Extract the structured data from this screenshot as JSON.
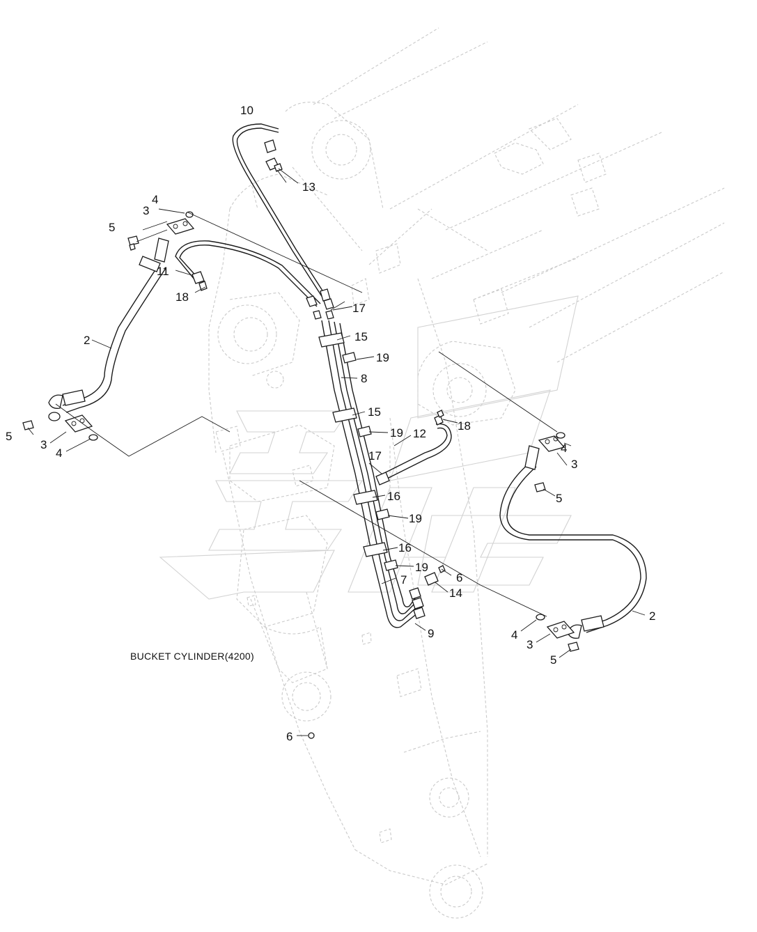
{
  "diagram": {
    "caption": "BUCKET CYLINDER(4200)",
    "callouts": {
      "c10": "10",
      "c13": "13",
      "c4a": "4",
      "c3a": "3",
      "c5a": "5",
      "c11": "11",
      "c18a": "18",
      "c17a": "17",
      "c2a": "2",
      "c15a": "15",
      "c19a": "19",
      "c8": "8",
      "c5b": "5",
      "c3b": "3",
      "c4b": "4",
      "c15b": "15",
      "c19b": "19",
      "c12": "12",
      "c18b": "18",
      "c17b": "17",
      "c4c": "4",
      "c3c": "3",
      "c5c": "5",
      "c16a": "16",
      "c19c": "19",
      "c16b": "16",
      "c19d": "19",
      "c6a": "6",
      "c7": "7",
      "c14": "14",
      "c9": "9",
      "c2b": "2",
      "c4d": "4",
      "c3d": "3",
      "c5d": "5",
      "c6b": "6"
    }
  }
}
